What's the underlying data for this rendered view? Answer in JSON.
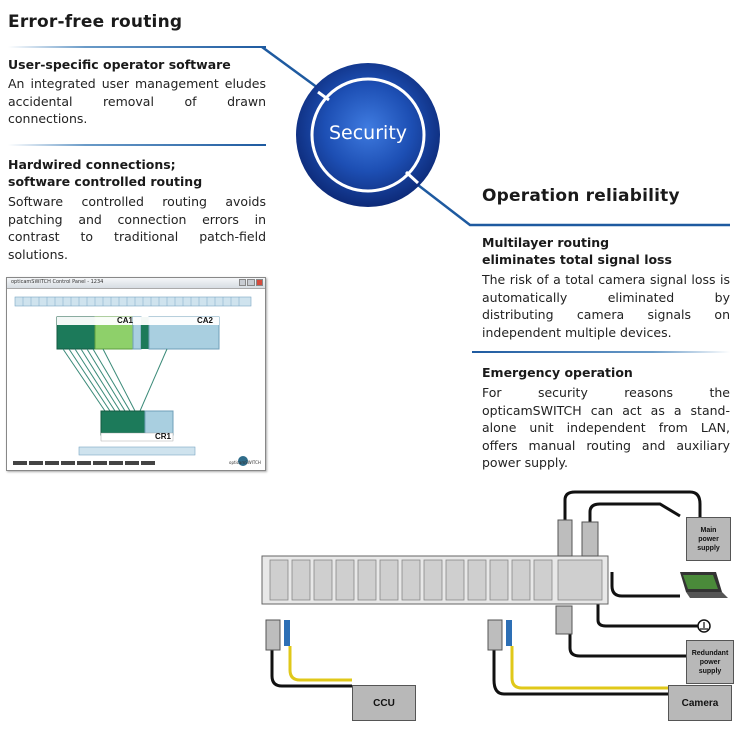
{
  "left": {
    "title": "Error-free routing",
    "section1": {
      "heading": "User-specific operator software",
      "text": "An integrated user management eludes accidental removal of drawn connections."
    },
    "section2": {
      "heading_line1": "Hardwired connections;",
      "heading_line2": "software controlled routing",
      "text": "Software controlled routing avoids patching and connection errors in contrast to traditional patch-field solutions."
    }
  },
  "badge": {
    "label": "Security"
  },
  "right": {
    "title": "Operation reliability",
    "section1": {
      "heading_line1": "Multilayer routing",
      "heading_line2": "eliminates total signal loss",
      "text": "The risk of a total camera signal loss is automatically eliminated by distributing camera signals on independent multiple devices."
    },
    "section2": {
      "heading": "Emergency operation",
      "text": "For security reasons the opticamSWITCH can act as a stand-alone unit independent from LAN, offers manual routing and auxiliary power supply."
    }
  },
  "software_window": {
    "title": "opticamSWITCH Control Panel - 1234",
    "group_labels": {
      "ca1": "CA1",
      "ca2": "CA2",
      "cr1": "CR1"
    },
    "brand": "opticamSWITCH"
  },
  "diagram": {
    "main_power": {
      "line1": "Main",
      "line2": "power",
      "line3": "supply"
    },
    "redundant_power": {
      "line1": "Redundant",
      "line2": "power",
      "line3": "supply"
    },
    "ccu": "CCU",
    "camera": "Camera"
  },
  "colors": {
    "accent_blue": "#1e5aa0",
    "badge_dark": "#0d2a78",
    "ca1_dark": "#1c7a5a",
    "ca1_light": "#8ed06a",
    "panel_blue": "#a9cfe0"
  }
}
